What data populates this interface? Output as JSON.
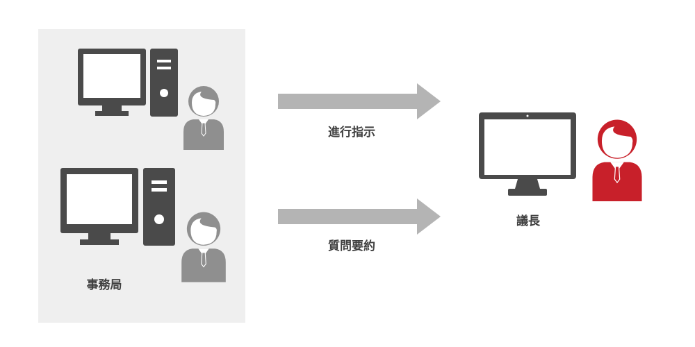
{
  "office": {
    "label": "事務局"
  },
  "flows": [
    {
      "label": "進行指示"
    },
    {
      "label": "質問要約"
    }
  ],
  "chair": {
    "label": "議長"
  },
  "colors": {
    "device": "#4a4a4a",
    "staff_person": "#8f8f8f",
    "chair_person": "#c8202a",
    "arrow": "#b4b4b4",
    "panel": "#efefef"
  },
  "icons": [
    "desktop-computer-icon",
    "person-icon",
    "arrow-right-icon",
    "monitor-icon"
  ]
}
